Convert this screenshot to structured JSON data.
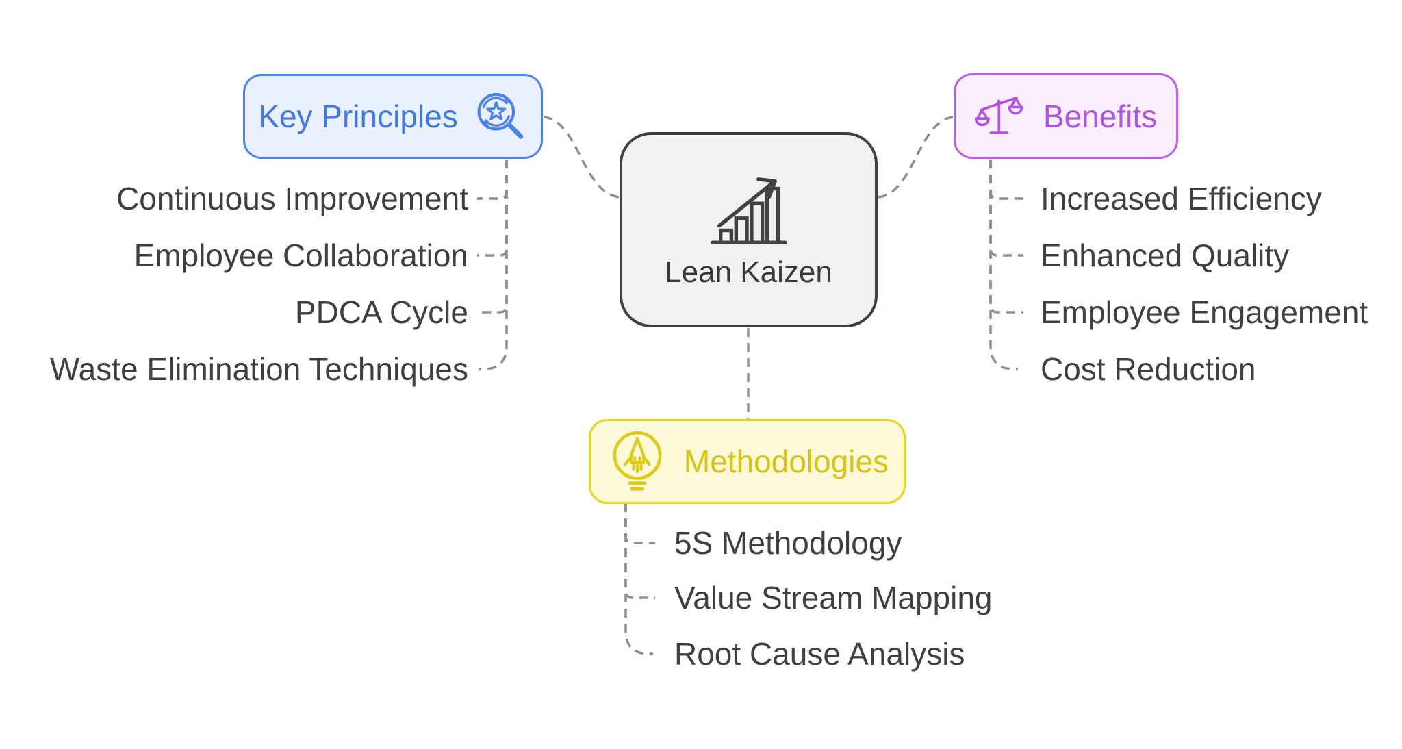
{
  "diagram": {
    "type": "mindmap",
    "center": {
      "label": "Lean Kaizen",
      "icon": "growth-trend-chart-icon"
    },
    "branches": {
      "principles": {
        "label": "Key Principles",
        "icon": "star-magnifier-refresh-icon",
        "items": [
          "Continuous Improvement",
          "Employee Collaboration",
          "PDCA Cycle",
          "Waste Elimination Techniques"
        ]
      },
      "benefits": {
        "label": "Benefits",
        "icon": "balance-scale-icon",
        "items": [
          "Increased Efficiency",
          "Enhanced Quality",
          "Employee Engagement",
          "Cost Reduction"
        ]
      },
      "methodologies": {
        "label": "Methodologies",
        "icon": "lightbulb-rocket-icon",
        "items": [
          "5S Methodology",
          "Value Stream Mapping",
          "Root Cause Analysis"
        ]
      }
    },
    "colors": {
      "background": "#ffffff",
      "connector": "#8e8e8e",
      "leaf_text": "#3f3f3f",
      "center_border": "#3f3f3f",
      "center_bg": "#f1f1f1",
      "center_text": "#383838",
      "principles_accent": "#4079e4",
      "principles_border": "#4b83ea",
      "principles_bg": "#eaf1fd",
      "benefits_accent": "#ad55dd",
      "benefits_border": "#bb5ce8",
      "benefits_bg": "#fbeefe",
      "methodologies_accent": "#d7c410",
      "methodologies_border": "#e5d420",
      "methodologies_bg": "#fcf8d8"
    }
  }
}
